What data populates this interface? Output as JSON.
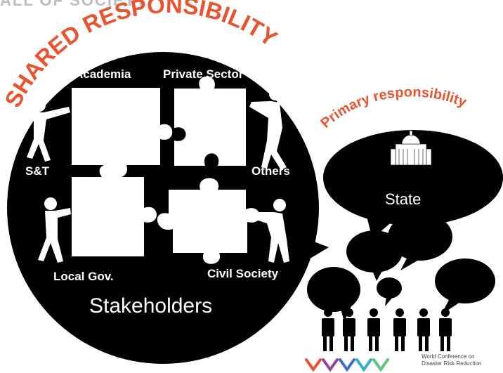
{
  "top_text": "ALL OF SOCIETY",
  "shared_title": "SHARED RESPONSIBILITY",
  "primary_title": "Primary responsibility",
  "puzzle_labels": {
    "academia": "Academia",
    "private_sector": "Private Sector",
    "st": "S&T",
    "others": "Others",
    "local_gov": "Local Gov.",
    "civil_society": "Civil Society"
  },
  "stakeholders_label": "Stakeholders",
  "state_label": "State",
  "logo": {
    "line1": "World Conference on",
    "line2": "Disaster Risk Reduction"
  },
  "colors": {
    "accent": "#e8542f",
    "bubble": "#000000",
    "piece": "#ffffff"
  }
}
